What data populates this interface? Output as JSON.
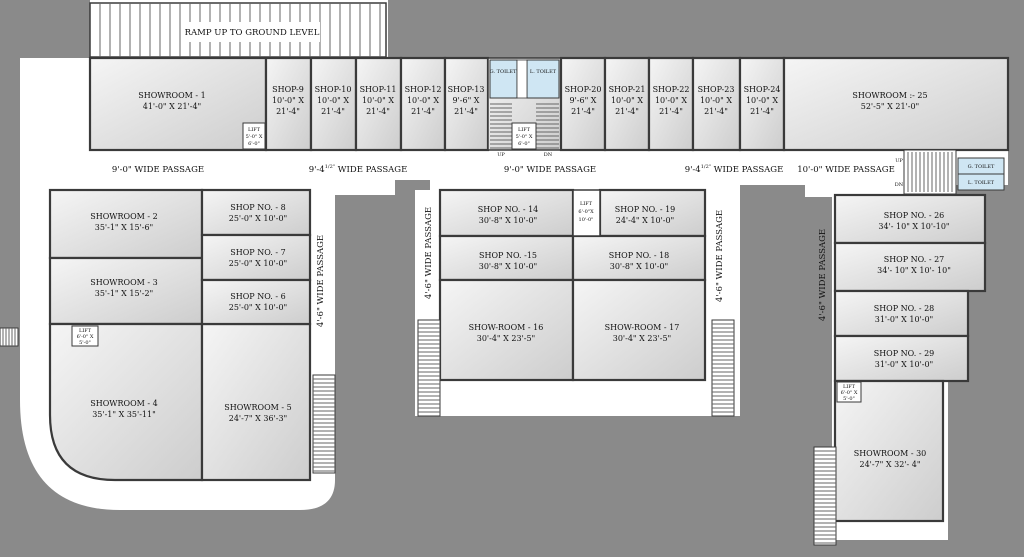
{
  "ramp": {
    "label": "RAMP UP TO GROUND LEVEL"
  },
  "rooms": [
    {
      "id": "showroom-1",
      "l1": "SHOWROOM - 1",
      "l2": "41'-0\" X 21'-4\""
    },
    {
      "id": "shop-9",
      "l1": "SHOP-9",
      "l2": "10'-0\" X",
      "l3": "21'-4\""
    },
    {
      "id": "shop-10",
      "l1": "SHOP-10",
      "l2": "10'-0\" X",
      "l3": "21'-4\""
    },
    {
      "id": "shop-11",
      "l1": "SHOP-11",
      "l2": "10'-0\" X",
      "l3": "21'-4\""
    },
    {
      "id": "shop-12",
      "l1": "SHOP-12",
      "l2": "10'-0\" X",
      "l3": "21'-4\""
    },
    {
      "id": "shop-13",
      "l1": "SHOP-13",
      "l2": "9'-6\" X",
      "l3": "21'-4\""
    },
    {
      "id": "shop-20",
      "l1": "SHOP-20",
      "l2": "9'-6\" X",
      "l3": "21'-4\""
    },
    {
      "id": "shop-21",
      "l1": "SHOP-21",
      "l2": "10'-0\" X",
      "l3": "21'-4\""
    },
    {
      "id": "shop-22",
      "l1": "SHOP-22",
      "l2": "10'-0\" X",
      "l3": "21'-4\""
    },
    {
      "id": "shop-23",
      "l1": "SHOP-23",
      "l2": "10'-0\" X",
      "l3": "21'-4\""
    },
    {
      "id": "shop-24",
      "l1": "SHOP-24",
      "l2": "10'-0\" X",
      "l3": "21'-4\""
    },
    {
      "id": "showroom-25",
      "l1": "SHOWROOM :- 25",
      "l2": "52'-5\" X 21'-0\""
    },
    {
      "id": "showroom-2",
      "l1": "SHOWROOM - 2",
      "l2": "35'-1\" X 15'-6\""
    },
    {
      "id": "showroom-3",
      "l1": "SHOWROOM - 3",
      "l2": "35'-1\" X 15'-2\""
    },
    {
      "id": "showroom-4",
      "l1": "SHOWROOM - 4",
      "l2": "35'-1\" X 35'-11\""
    },
    {
      "id": "showroom-5",
      "l1": "SHOWROOM - 5",
      "l2": "24'-7\" X 36'-3\""
    },
    {
      "id": "shop-8",
      "l1": "SHOP NO. - 8",
      "l2": "25'-0\" X 10'-0\""
    },
    {
      "id": "shop-7",
      "l1": "SHOP NO. - 7",
      "l2": "25'-0\" X 10'-0\""
    },
    {
      "id": "shop-6",
      "l1": "SHOP NO. - 6",
      "l2": "25'-0\" X 10'-0\""
    },
    {
      "id": "shop-14",
      "l1": "SHOP NO. - 14",
      "l2": "30'-8\" X 10'-0\""
    },
    {
      "id": "shop-19",
      "l1": "SHOP NO. - 19",
      "l2": "24'-4\" X 10'-0\""
    },
    {
      "id": "shop-15",
      "l1": "SHOP NO. -15",
      "l2": "30'-8\" X 10'-0\""
    },
    {
      "id": "shop-18",
      "l1": "SHOP NO. - 18",
      "l2": "30'-8\" X 10'-0\""
    },
    {
      "id": "showroom-16",
      "l1": "SHOW-ROOM - 16",
      "l2": "30'-4\" X 23'-5\""
    },
    {
      "id": "showroom-17",
      "l1": "SHOW-ROOM - 17",
      "l2": "30'-4\" X 23'-5\""
    },
    {
      "id": "shop-26",
      "l1": "SHOP NO. - 26",
      "l2": "34'- 10\" X 10'-10\""
    },
    {
      "id": "shop-27",
      "l1": "SHOP NO. - 27",
      "l2": "34'- 10\" X 10'- 10\""
    },
    {
      "id": "shop-28",
      "l1": "SHOP NO. - 28",
      "l2": "31'-0\" X 10'-0\""
    },
    {
      "id": "shop-29",
      "l1": "SHOP NO. - 29",
      "l2": "31'-0\" X 10'-0\""
    },
    {
      "id": "showroom-30",
      "l1": "SHOWROOM - 30",
      "l2": "24'-7\" X 32'- 4\""
    }
  ],
  "lifts": [
    {
      "id": "lift-top-left",
      "l1": "LIFT",
      "l2": "5'-0\" X",
      "l3": "6'-0\""
    },
    {
      "id": "lift-top-center",
      "l1": "LIFT",
      "l2": "5'-0\" X",
      "l3": "6'-0\""
    },
    {
      "id": "lift-center",
      "l1": "LIFT",
      "l2": "6'-0\"X",
      "l3": "10'-0\""
    },
    {
      "id": "lift-left",
      "l1": "LIFT",
      "l2": "6'-0\" X",
      "l3": "5'-0\""
    },
    {
      "id": "lift-right",
      "l1": "LIFT",
      "l2": "6'-0\" X",
      "l3": "5'-0\""
    }
  ],
  "toilets": {
    "g_top": "G. TOILET",
    "l_top": "L. TOILET",
    "g_right": "G. TOILET",
    "l_right": "L. TOILET"
  },
  "stairs": {
    "up": "UP",
    "dn": "DN"
  },
  "passages": {
    "p1": "9'-0\" WIDE PASSAGE",
    "p2": "9'-4",
    "p2_sup": "1/2\"",
    "p2_rest": " WIDE PASSAGE",
    "p3": "9'-0\" WIDE PASSAGE",
    "p4": "9'-4",
    "p4_sup": "1/2\"",
    "p4_rest": " WIDE PASSAGE",
    "p5": "10'-0\" WIDE PASSAGE",
    "v1": "4'-6\" WIDE PASSAGE",
    "v2": "4'-6\" WIDE PASSAGE",
    "v3": "4'-6\" WIDE PASSAGE",
    "v4": "4'-6\" WIDE PASSAGE"
  },
  "colors": {
    "background": "#8a8a8a",
    "passage": "#ffffff",
    "room_light": "#f4f4f4",
    "room_dark": "#cfcfcf",
    "wall": "#3a3a3a"
  }
}
